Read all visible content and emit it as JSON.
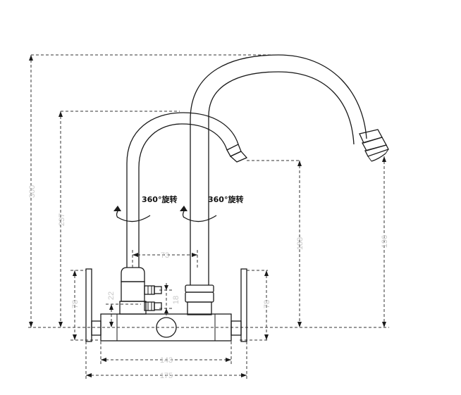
{
  "dimensions": {
    "d300": "300",
    "d237": "237",
    "d73": "73",
    "d183": "183",
    "d196": "196",
    "d22": "22",
    "d18": "18",
    "d78_left": "78",
    "d78_right": "78",
    "d143": "143",
    "d175": "175"
  },
  "annotations": {
    "rotate_left": "360°旋转",
    "rotate_right": "360°旋转"
  },
  "colors": {
    "line": "#1a1a1a",
    "dimension_text": "#c8c8c8"
  }
}
